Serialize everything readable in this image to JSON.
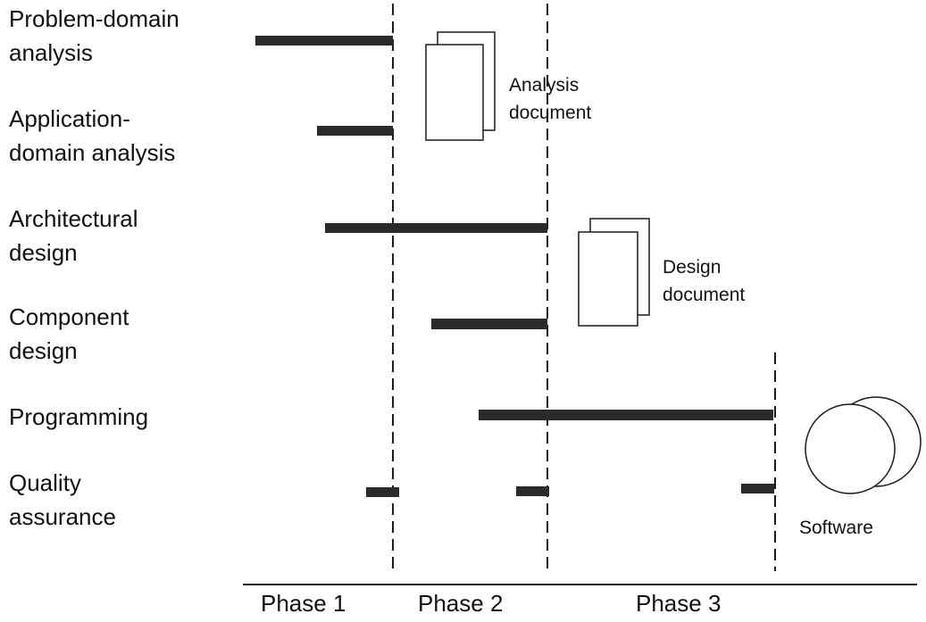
{
  "activities": [
    {
      "label": "Problem-domain\nanalysis"
    },
    {
      "label": "Application-\ndomain analysis"
    },
    {
      "label": "Architectural\ndesign"
    },
    {
      "label": "Component\ndesign"
    },
    {
      "label": "Programming"
    },
    {
      "label": "Quality\nassurance"
    }
  ],
  "documents": {
    "analysis": "Analysis\ndocument",
    "design": "Design\ndocument",
    "software": "Software"
  },
  "phases": [
    "Phase 1",
    "Phase 2",
    "Phase 3"
  ],
  "colors": {
    "bar": "#2b2b2b",
    "line": "#1a1a1a",
    "background": "#ffffff"
  },
  "icons": {
    "analysis_document": "stacked-pages-icon",
    "design_document": "stacked-pages-icon",
    "software": "stacked-discs-icon"
  }
}
